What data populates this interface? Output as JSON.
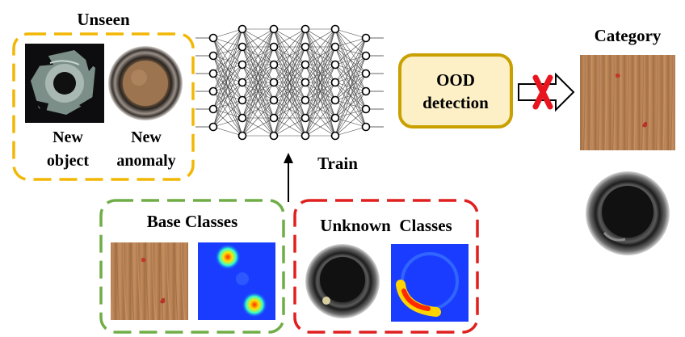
{
  "unseen": {
    "title": "Unseen",
    "items": [
      {
        "line1": "New",
        "line2": "object"
      },
      {
        "line1": "New",
        "line2": "anomaly"
      }
    ]
  },
  "network": {
    "layers": [
      6,
      7,
      7,
      7,
      7,
      6
    ],
    "train_label": "Train"
  },
  "ood": {
    "line1": "OOD",
    "line2": "detection"
  },
  "category": {
    "title": "Category"
  },
  "base_classes": {
    "title": "Base Classes"
  },
  "unknown_classes": {
    "title": "Unknown  Classes"
  },
  "colors": {
    "unseen_border": "#F2B705",
    "ood_fill": "#FDF0C6",
    "ood_border": "#C9A000",
    "base_border": "#70AD47",
    "unknown_border": "#E01F1F",
    "cross": "#E8141E"
  }
}
